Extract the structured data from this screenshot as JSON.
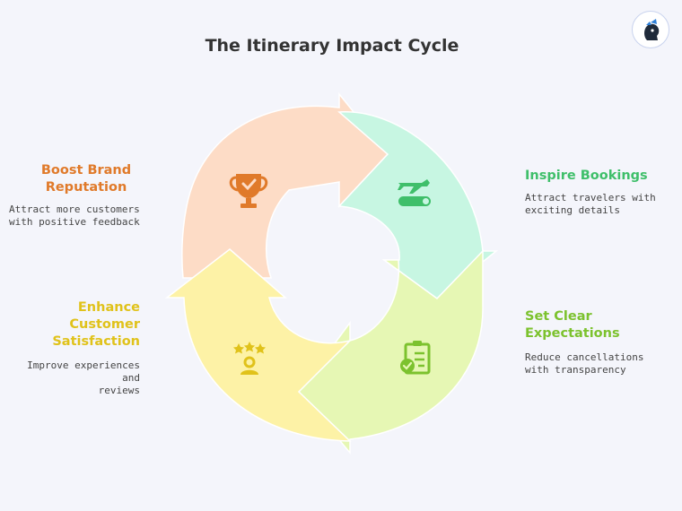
{
  "title": "The Itinerary Impact Cycle",
  "colors": {
    "peach": "#fddcc6",
    "mint": "#c7f6e2",
    "lime": "#e6f7b4",
    "yellow": "#fdf2a6",
    "orange_text": "#e07a2a",
    "green_text": "#3fbf6a",
    "lime_text": "#7cc22e",
    "yellow_text": "#e0c21a"
  },
  "stages": [
    {
      "id": "inspire",
      "heading": [
        "Inspire Bookings"
      ],
      "description": [
        "Attract travelers with",
        "exciting details"
      ],
      "icon": "plane-toggle-icon"
    },
    {
      "id": "expectations",
      "heading": [
        "Set Clear",
        "Expectations"
      ],
      "description": [
        "Reduce cancellations",
        "with transparency"
      ],
      "icon": "clipboard-check-icon"
    },
    {
      "id": "satisfaction",
      "heading": [
        "Enhance",
        "Customer",
        "Satisfaction"
      ],
      "description": [
        "Improve experiences and",
        "reviews"
      ],
      "icon": "stars-person-icon"
    },
    {
      "id": "reputation",
      "heading": [
        "Boost Brand",
        "Reputation"
      ],
      "description": [
        "Attract more customers",
        "with positive feedback"
      ],
      "icon": "trophy-icon"
    }
  ]
}
